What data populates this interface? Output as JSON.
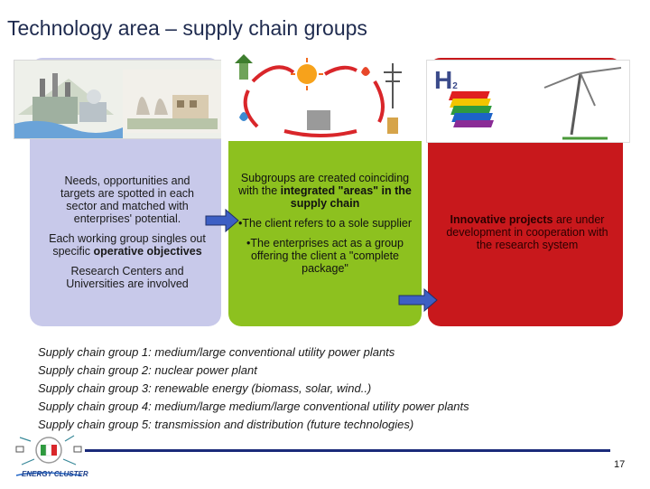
{
  "title": "Technology area – supply chain groups",
  "panels": {
    "left": {
      "p1": "Needs, opportunities and targets are spotted in each sector and matched with enterprises' potential.",
      "p2_pre": "Each working group singles out specific ",
      "p2_bold": "operative objectives",
      "p3": "Research Centers and Universities are involved"
    },
    "middle": {
      "p1_pre": "Subgroups are created coinciding with the ",
      "p1_bold": "integrated \"areas\" in the supply chain",
      "p2": "•The client refers to a sole supplier",
      "p3": "•The enterprises act as a group offering the client a \"complete package\""
    },
    "right": {
      "bold": "Innovative projects",
      "rest": " are under development in cooperation with the research system"
    },
    "h2_label": "H",
    "h2_sub": "2"
  },
  "groups": [
    "Supply chain group 1: medium/large conventional utility power plants",
    "Supply chain group 2: nuclear  power plant",
    "Supply chain group 3: renewable energy (biomass, solar, wind..)",
    "Supply chain group 4: medium/large medium/large conventional utility power plants",
    "Supply chain group 5: transmission and distribution (future technologies)"
  ],
  "logo_text": "ENERGY CLUSTER",
  "page_number": "17",
  "colors": {
    "lavender": "#c8c9ea",
    "green": "#8dc11f",
    "red": "#c8181c",
    "arrow": "#3d5fc4",
    "footer_line": "#1a2a7a"
  }
}
